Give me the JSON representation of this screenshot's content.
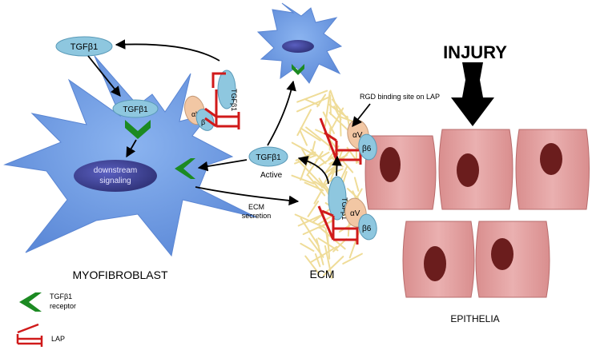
{
  "labels": {
    "injury": "INJURY",
    "myofibroblast": "MYOFIBROBLAST",
    "epithelia": "EPITHELIA",
    "ecm": "ECM",
    "tgfb1": "TGFβ1",
    "downstream_line1": "downstream",
    "downstream_line2": "signaling",
    "active": "Active",
    "ecm_secretion_line1": "ECM",
    "ecm_secretion_line2": "secretion",
    "rgd_site": "RGD binding site on LAP",
    "alpha_v": "αV",
    "beta6": "β6",
    "beta_short": "β",
    "legend_receptor_line1": "TGFβ1",
    "legend_receptor_line2": "receptor",
    "legend_lap": "LAP"
  },
  "colors": {
    "cell_blue": "#6d9be6",
    "tgf_fill": "#8ec7df",
    "nucleus_dark": "#3b3f99",
    "receptor_green": "#1c8a22",
    "lap_red": "#d01a1a",
    "alpha_fill": "#f2c7a4",
    "beta_fill": "#8ec7df",
    "epithelia_fill": "#e3a2a2",
    "epithelia_nucleus": "#6b1d1d",
    "ecm_fibers": "#f0e0a0"
  },
  "icons": [
    "chevron-receptor-icon",
    "lap-icon",
    "injury-arrow-icon"
  ]
}
